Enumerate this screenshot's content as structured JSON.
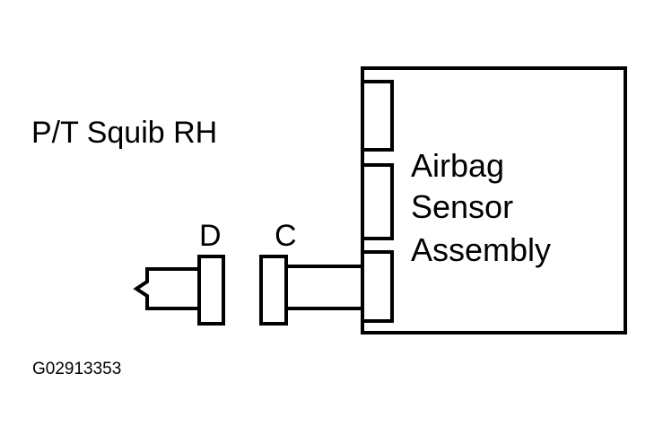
{
  "diagram": {
    "title": "P/T Squib RH",
    "assembly_lines": [
      "Airbag",
      "Sensor",
      "Assembly"
    ],
    "connector_d": "D",
    "connector_c": "C",
    "figure_code": "G02913353"
  },
  "colors": {
    "stroke": "#000000",
    "background": "#ffffff"
  }
}
